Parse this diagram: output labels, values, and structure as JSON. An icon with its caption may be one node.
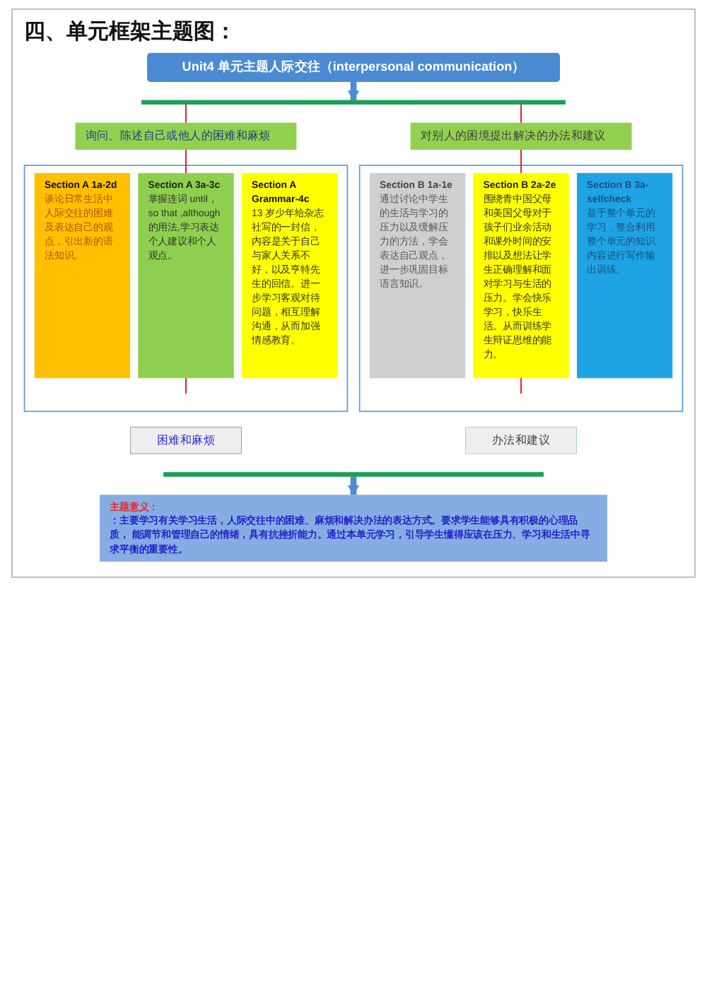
{
  "diagram": {
    "title": "四、单元框架主题图：",
    "nodes": [
      {
        "text": [
          "Unit4 单元主题人际交往（interpersonal communication）"
        ]
      },
      {
        "text": [],
        "shape": "bar"
      },
      {
        "text": [
          "询问、陈述自己或他人的困难和麻烦"
        ]
      },
      {
        "text": [
          "对别人的困境提出解决的办法和建议"
        ]
      },
      {
        "text": [],
        "shape": "box"
      },
      {
        "text": [
          "Section A 1a-2d",
          "谈论日常生活中人际交往的困难及表达自己的观点，引出新的语法知识。"
        ],
        "in": 4
      },
      {
        "text": [
          "Section A 3a-3c",
          "掌握连词 until， so that ,although 的用法,学习表达个人建议和个人观点。"
        ],
        "in": 4
      },
      {
        "text": [
          "Section A Grammar-4c",
          "13 岁少年给杂志社写的一封信，内容是关于自己与家人关系不好，以及亨特先生的回信。进一步学习客观对待问题，相互理解沟通，从而加强情感教育。"
        ],
        "in": 4
      },
      {
        "text": [],
        "shape": "box"
      },
      {
        "text": [
          "Section B 1a-1e",
          "通过讨论中学生的生活与学习的压力以及缓解压力的方法，学会表达自己观点，进一步巩固目标语言知识。"
        ],
        "in": 8
      },
      {
        "text": [
          "Section B 2a-2e",
          "围绕青中国父母和美国父母对于孩子们业余活动和课外时间的安排以及想法让学生正确理解和面对学习与生活的压力。学会快乐学习，快乐生活。从而训练学生辩证思维的能力。"
        ],
        "in": 8
      },
      {
        "text": [
          "Section B 3a-selfcheck",
          "基于整个单元的学习，整合利用整个单元的知识内容进行写作输出训练。"
        ],
        "in": 8
      },
      {
        "text": [
          "困难和麻烦"
        ]
      },
      {
        "text": [
          "办法和建议"
        ]
      },
      {
        "text": [],
        "shape": "bar"
      },
      {
        "text": [
          "主题意义：",
          "：主要学习有关学习生活，人际交往中的困难、麻烦和解决办法的表达方式。要求学生能够具有积极的心理品质， 能调节和管理自己的情绪，具有抗挫折能力。通过本单元学习，引导学生懂得应该在压力、学习和生活中寻求平衡的重要性。"
        ]
      }
    ],
    "edges": [
      {
        "from": 0,
        "to": 1,
        "arrow": "to",
        "style": "thick",
        "color": "#4a8bd3"
      },
      {
        "from": 1,
        "to": 2,
        "arrow": "none"
      },
      {
        "from": 1,
        "to": 3,
        "arrow": "none"
      },
      {
        "from": 2,
        "to": 6,
        "arrow": "none"
      },
      {
        "from": 3,
        "to": 10,
        "arrow": "none"
      },
      {
        "from": 6,
        "to": null,
        "arrow": "none"
      },
      {
        "from": 10,
        "to": null,
        "arrow": "none"
      },
      {
        "from": 14,
        "to": 15,
        "arrow": "to",
        "style": "thick",
        "color": "#4a8bd3"
      }
    ]
  }
}
